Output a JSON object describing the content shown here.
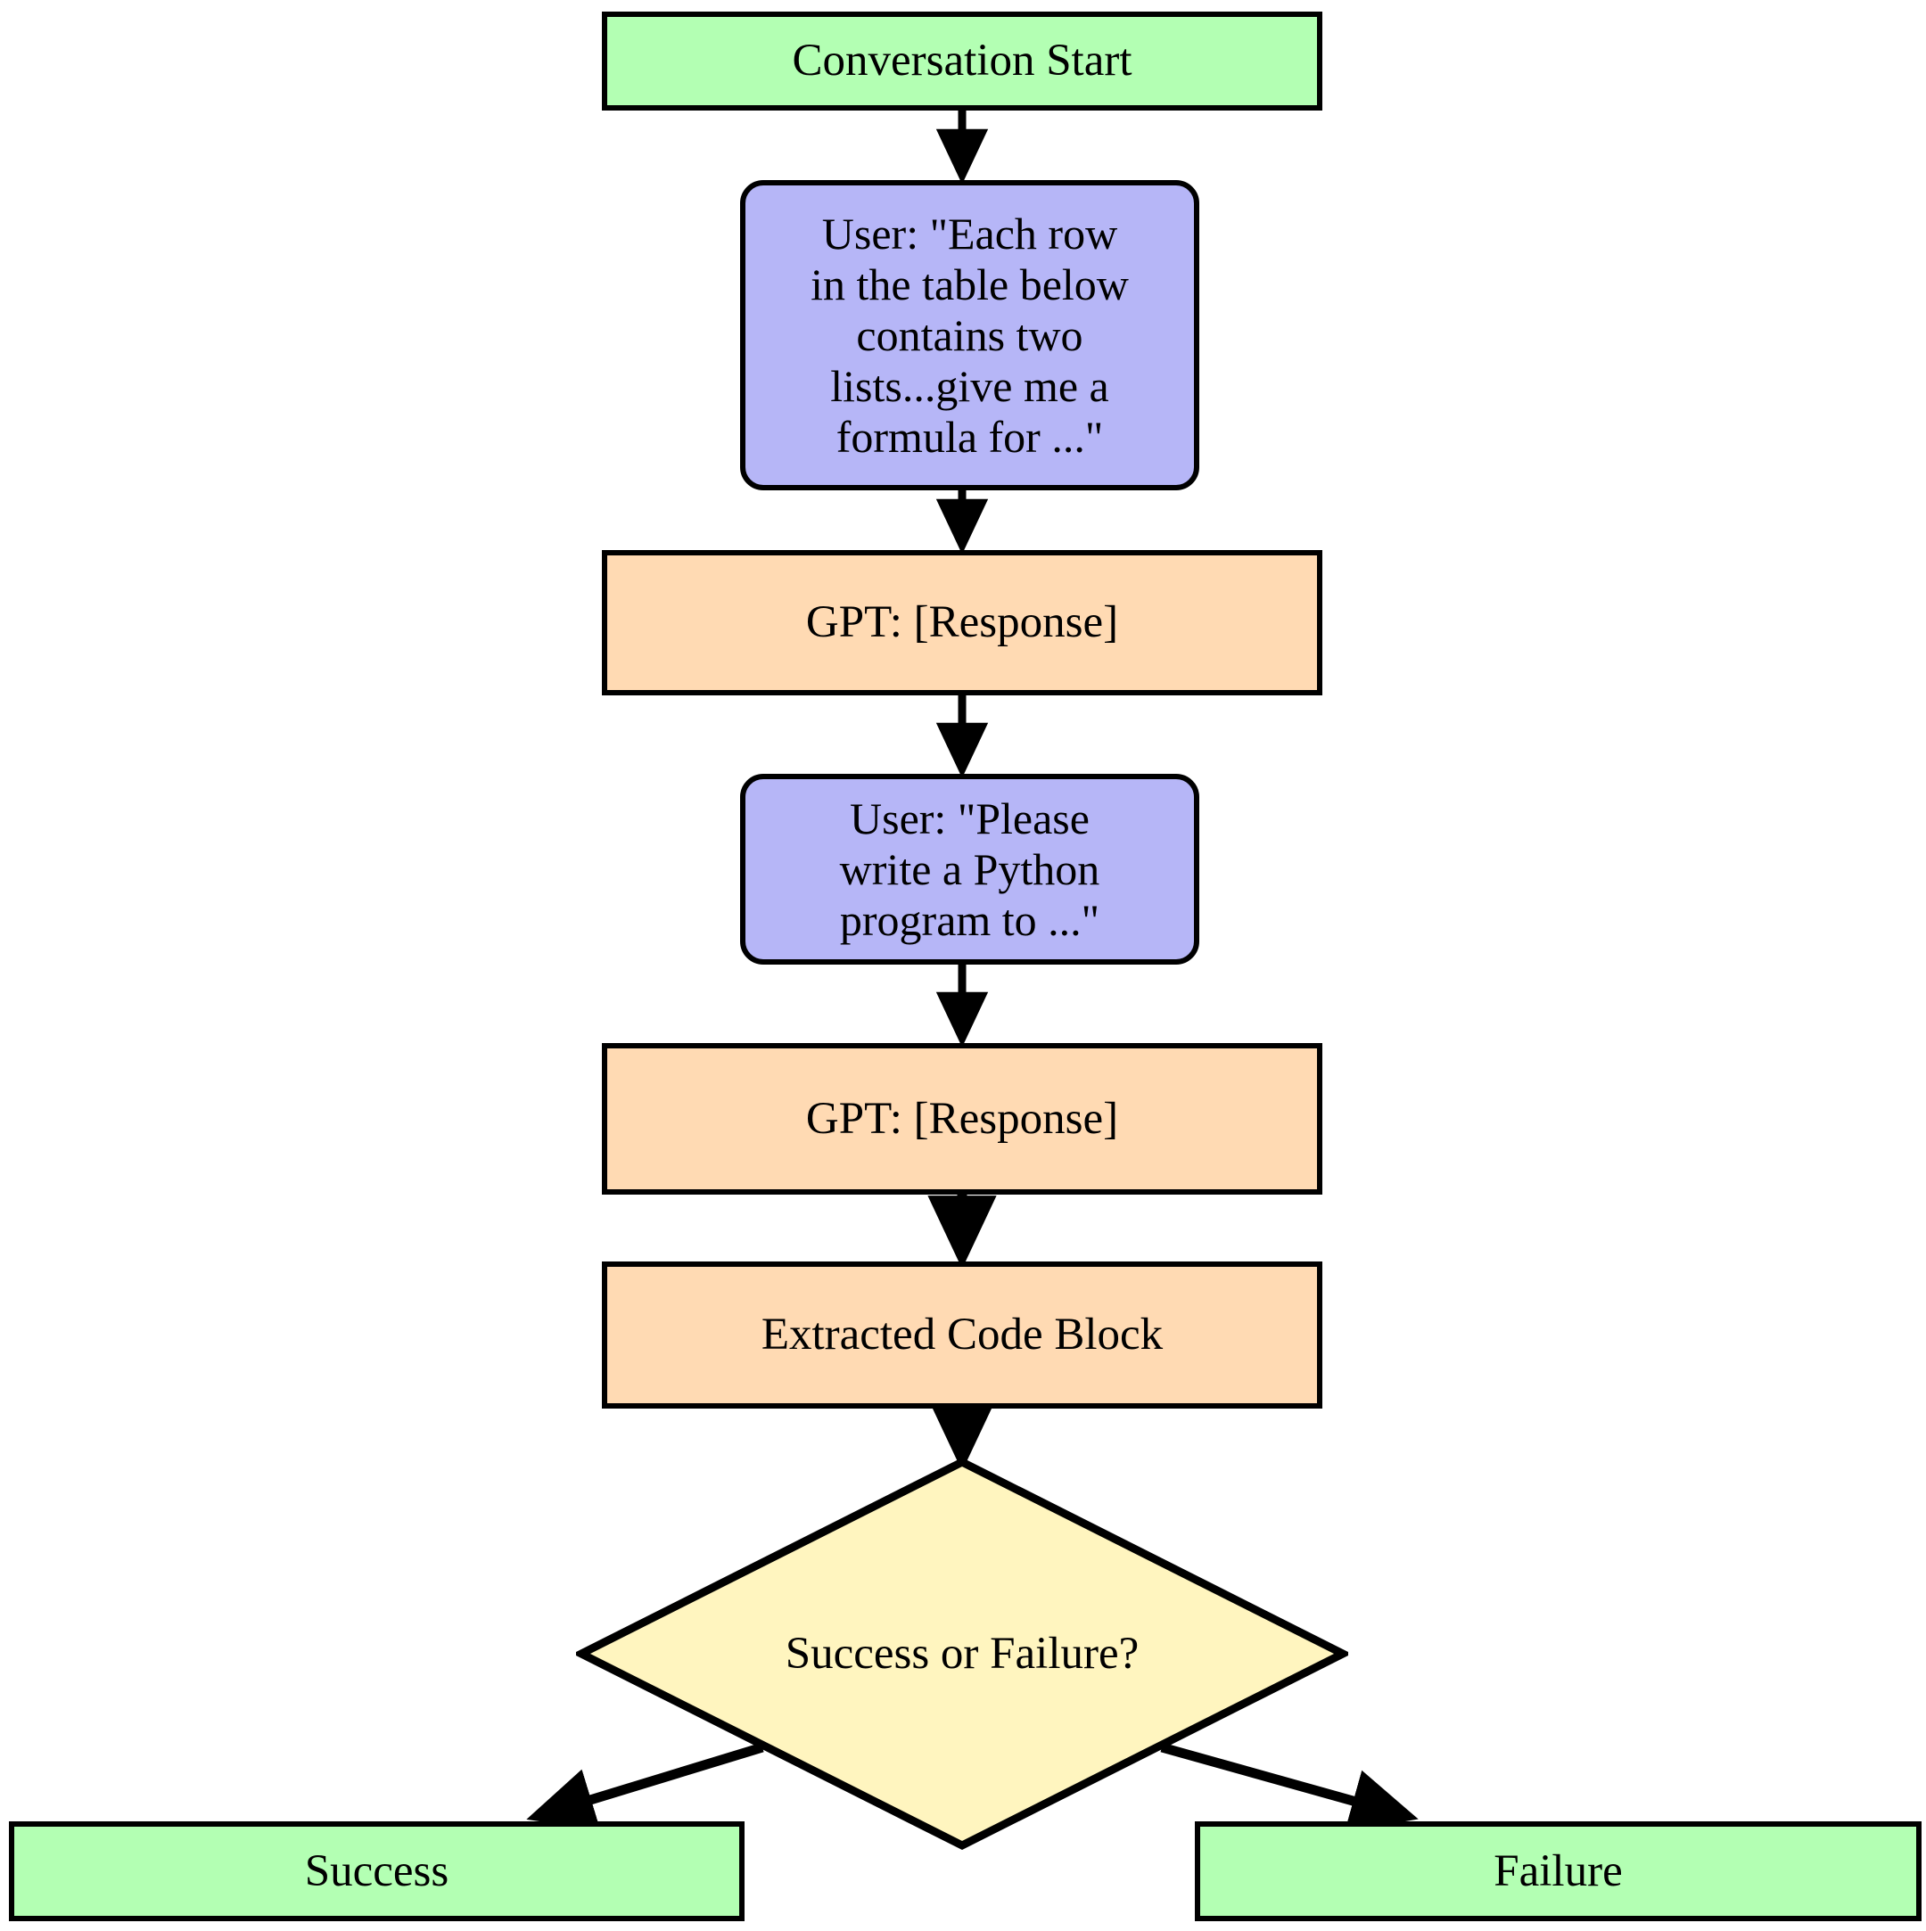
{
  "diagram": {
    "type": "flowchart",
    "orientation": "top-to-bottom",
    "background_color": "#ffffff",
    "edge_color": "#000000",
    "nodes": [
      {
        "id": "conversation-start",
        "label": "Conversation Start",
        "shape": "rectangle",
        "fill": "#b3ffb3",
        "role": "start"
      },
      {
        "id": "user-message-1",
        "label": "User: \"Each row\nin the table below\ncontains two\nlists...give me a\nformula for ...\"",
        "shape": "rounded-rectangle",
        "fill": "#b6b6f7",
        "role": "user-message"
      },
      {
        "id": "gpt-response-1",
        "label": "GPT: [Response]",
        "shape": "rectangle",
        "fill": "#ffdab3",
        "role": "assistant-message"
      },
      {
        "id": "user-message-2",
        "label": "User: \"Please\nwrite a Python\nprogram to ...\"",
        "shape": "rounded-rectangle",
        "fill": "#b6b6f7",
        "role": "user-message"
      },
      {
        "id": "gpt-response-2",
        "label": "GPT: [Response]",
        "shape": "rectangle",
        "fill": "#ffdab3",
        "role": "assistant-message"
      },
      {
        "id": "extracted-code-block",
        "label": "Extracted Code Block",
        "shape": "rectangle",
        "fill": "#ffdab3",
        "role": "artifact"
      },
      {
        "id": "success-or-failure",
        "label": "Success or Failure?",
        "shape": "diamond",
        "fill": "#fff5bf",
        "role": "decision"
      },
      {
        "id": "success",
        "label": "Success",
        "shape": "rectangle",
        "fill": "#b3ffb3",
        "role": "terminal"
      },
      {
        "id": "failure",
        "label": "Failure",
        "shape": "rectangle",
        "fill": "#b3ffb3",
        "role": "terminal"
      }
    ],
    "edges": [
      {
        "from": "conversation-start",
        "to": "user-message-1",
        "style": "solid",
        "label": ""
      },
      {
        "from": "user-message-1",
        "to": "gpt-response-1",
        "style": "solid",
        "label": ""
      },
      {
        "from": "gpt-response-1",
        "to": "user-message-2",
        "style": "solid",
        "label": ""
      },
      {
        "from": "user-message-2",
        "to": "gpt-response-2",
        "style": "solid",
        "label": ""
      },
      {
        "from": "gpt-response-2",
        "to": "extracted-code-block",
        "style": "dotted",
        "label": ""
      },
      {
        "from": "extracted-code-block",
        "to": "success-or-failure",
        "style": "dotted",
        "label": ""
      },
      {
        "from": "success-or-failure",
        "to": "success",
        "style": "solid",
        "label": ""
      },
      {
        "from": "success-or-failure",
        "to": "failure",
        "style": "solid",
        "label": ""
      }
    ]
  }
}
